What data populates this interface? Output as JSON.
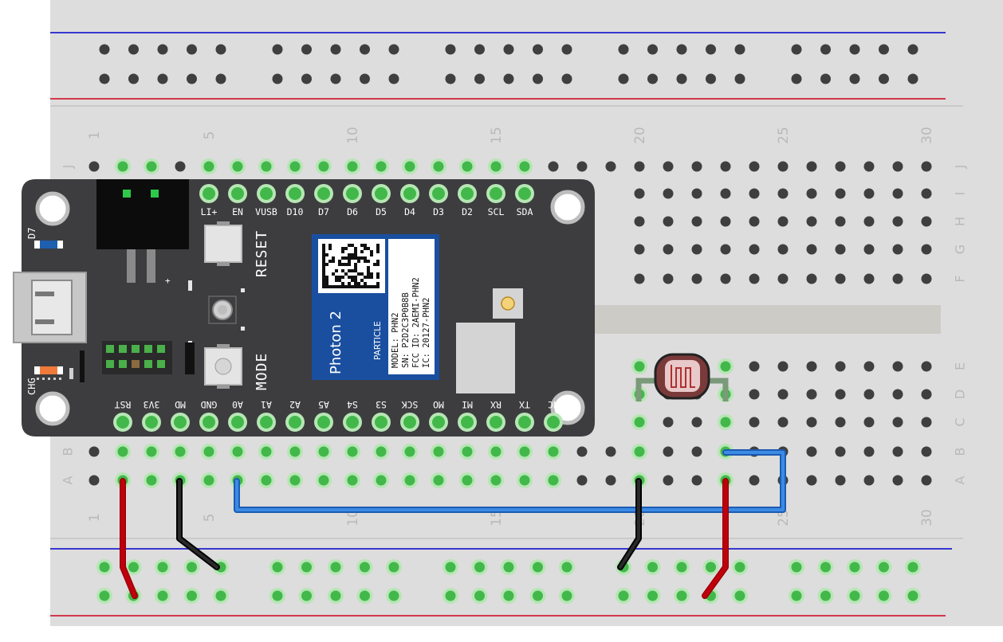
{
  "breadboard": {
    "column_numbers": [
      "1",
      "5",
      "10",
      "15",
      "20",
      "25",
      "30"
    ],
    "row_letters_top": [
      "J",
      "I",
      "H",
      "G",
      "F"
    ],
    "row_letters_bottom": [
      "E",
      "D",
      "C",
      "B",
      "A"
    ],
    "colors": {
      "body": "#dddddd",
      "trench": "#cdcbc6",
      "hole": "#3f3f3f",
      "hole_connected": "#42b84a",
      "rail_red": "#d0021b",
      "rail_blue": "#0000cc"
    }
  },
  "board": {
    "name": "Photon 2",
    "brand": "PARTICLE",
    "model": "MODEL: PHN2",
    "serial": "SN: P2D2C3P0B8B",
    "fcc": "FCC ID: 2AEMI-PHN2",
    "ic": "IC: 20127-PHN2",
    "buttons": [
      "RESET",
      "MODE"
    ],
    "silkscreen": [
      "D7",
      "CHG",
      "+"
    ],
    "top_pins": [
      "LI+",
      "EN",
      "VUSB",
      "D10",
      "D7",
      "D6",
      "D5",
      "D4",
      "D3",
      "D2",
      "SCL",
      "SDA"
    ],
    "bottom_pins": [
      "RST",
      "3V3",
      "MD",
      "GND",
      "A0",
      "A1",
      "A2",
      "A5",
      "S4",
      "S3",
      "SCK",
      "MO",
      "MI",
      "RX",
      "TX",
      "NC"
    ],
    "colors": {
      "pcb": "#3d3d3f",
      "module": "#1a4fa0",
      "pad": "#42b84a"
    }
  },
  "components": [
    {
      "type": "photoresistor",
      "icon": "ldr-icon"
    }
  ],
  "wires": [
    {
      "name": "red-3v3",
      "color": "#c0000c"
    },
    {
      "name": "black-gnd",
      "color": "#111111"
    },
    {
      "name": "blue-a1",
      "color": "#2a7ad8"
    },
    {
      "name": "black-ldr-gnd",
      "color": "#111111"
    },
    {
      "name": "red-ldr-vcc",
      "color": "#c0000c"
    }
  ]
}
